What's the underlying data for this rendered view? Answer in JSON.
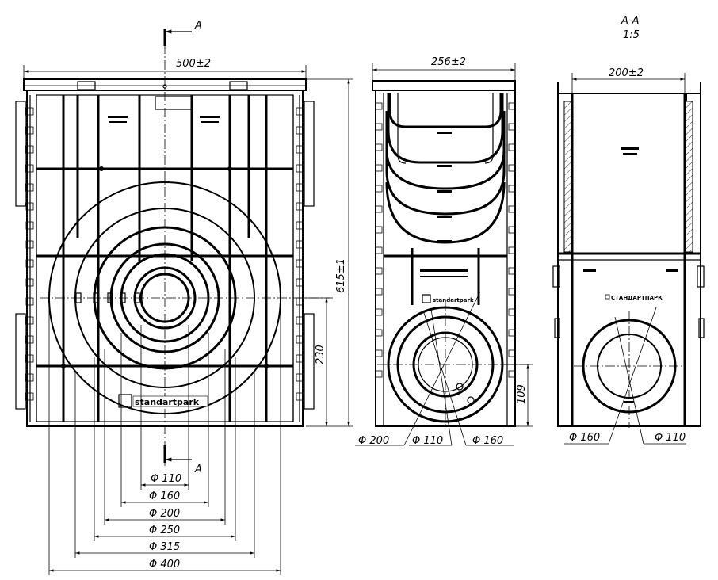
{
  "section": {
    "label": "A-A",
    "scale": "1:5",
    "cut_letter": "A"
  },
  "front": {
    "width": "500±2",
    "height": "615±1",
    "outlet_height": "230",
    "logo": "standartpark",
    "diameters": [
      "Φ 110",
      "Φ 160",
      "Φ 200",
      "Φ 250",
      "Φ 315",
      "Φ 400"
    ]
  },
  "side": {
    "width": "256±2",
    "outlet_height": "109",
    "logo": "standartpark",
    "diameters": [
      "Φ 200",
      "Φ 110",
      "Φ 160"
    ]
  },
  "sectionview": {
    "width": "200±2",
    "logo": "СТАНДАРТПАРК",
    "diameters": [
      "Φ 160",
      "Φ 110"
    ]
  }
}
